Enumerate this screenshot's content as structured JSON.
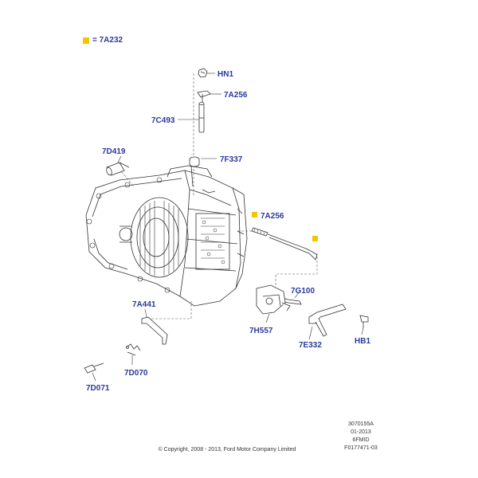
{
  "legend": {
    "marker_color": "#f5c400",
    "text": "= 7A232"
  },
  "callouts": [
    {
      "id": "hn1",
      "text": "HN1"
    },
    {
      "id": "7a256-top",
      "text": "7A256"
    },
    {
      "id": "7c493",
      "text": "7C493"
    },
    {
      "id": "7d419",
      "text": "7D419"
    },
    {
      "id": "7f337",
      "text": "7F337"
    },
    {
      "id": "7a256-mid",
      "text": "7A256"
    },
    {
      "id": "7g100",
      "text": "7G100"
    },
    {
      "id": "7a441",
      "text": "7A441"
    },
    {
      "id": "7h557",
      "text": "7H557"
    },
    {
      "id": "7e332",
      "text": "7E332"
    },
    {
      "id": "hb1",
      "text": "HB1"
    },
    {
      "id": "7d070",
      "text": "7D070"
    },
    {
      "id": "7d071",
      "text": "7D071"
    }
  ],
  "reference": {
    "line1": "3070155A",
    "line2": "01-2013",
    "line3": "6FMID",
    "line4": "F0177471-03"
  },
  "copyright": "© Copyright, 2008 - 2013, Ford Motor Company Limited",
  "colors": {
    "callout": "#2b3a9a",
    "linework": "#333333",
    "marker": "#f5c400"
  }
}
